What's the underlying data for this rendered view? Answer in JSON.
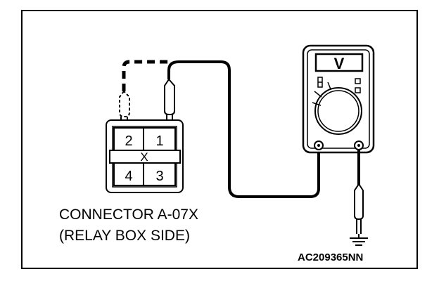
{
  "connector": {
    "pins": [
      "2",
      "1",
      "4",
      "3"
    ],
    "center_mark": "X",
    "label_line1": "CONNECTOR A-07X",
    "label_line2": "(RELAY BOX SIDE)"
  },
  "meter": {
    "display_symbol": "V"
  },
  "figure_code": "AC209365NN",
  "colors": {
    "line": "#000000",
    "background": "#ffffff"
  }
}
